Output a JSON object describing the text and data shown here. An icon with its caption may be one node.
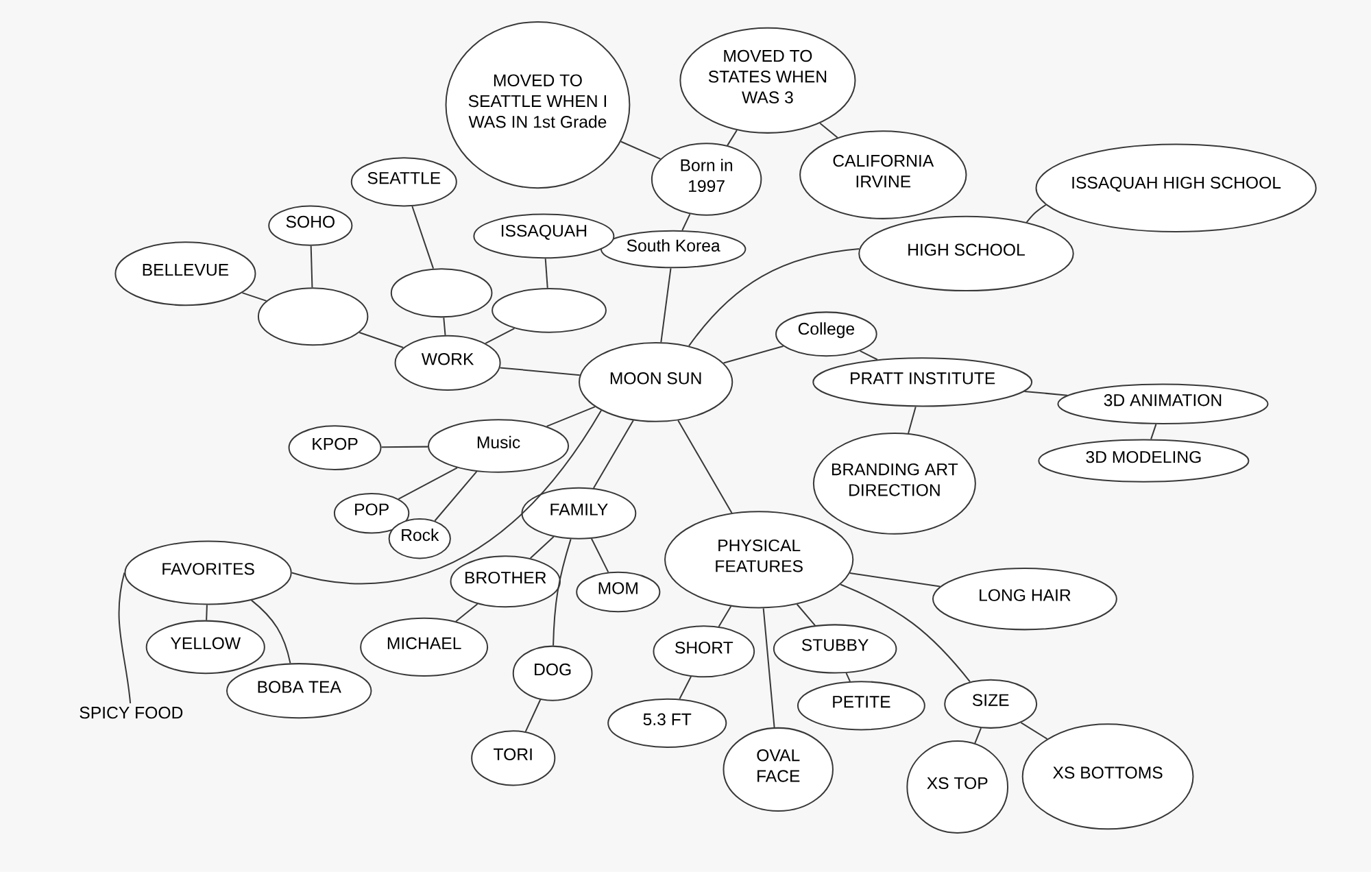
{
  "diagram": {
    "nodes": [
      {
        "text": [
          "MOON SUN"
        ]
      },
      {
        "text": [
          "MOVED TO SEATTLE WHEN I WAS IN 1st Grade"
        ]
      },
      {
        "text": [
          "MOVED TO STATES WHEN WAS 3"
        ]
      },
      {
        "text": [
          "Born in 1997"
        ]
      },
      {
        "text": [
          "CALIFORNIA IRVINE"
        ]
      },
      {
        "text": [
          "South Korea"
        ]
      },
      {
        "text": [
          "HIGH SCHOOL"
        ]
      },
      {
        "text": [
          "ISSAQUAH HIGH SCHOOL"
        ]
      },
      {
        "text": [
          "College"
        ]
      },
      {
        "text": [
          "PRATT INSTITUTE"
        ]
      },
      {
        "text": [
          "3D ANIMATION"
        ]
      },
      {
        "text": [
          "3D MODELING"
        ]
      },
      {
        "text": [
          "BRANDING ART DIRECTION"
        ]
      },
      {
        "text": [
          "WORK"
        ]
      },
      {
        "text": [],
        "shape": "ellipse"
      },
      {
        "text": [
          "BELLEVUE"
        ]
      },
      {
        "text": [
          "SOHO"
        ]
      },
      {
        "text": [
          "SEATTLE"
        ]
      },
      {
        "text": [],
        "shape": "ellipse"
      },
      {
        "text": [
          "ISSAQUAH"
        ]
      },
      {
        "text": [],
        "shape": "ellipse"
      },
      {
        "text": [
          "Music"
        ]
      },
      {
        "text": [
          "KPOP"
        ]
      },
      {
        "text": [
          "POP"
        ]
      },
      {
        "text": [
          "Rock"
        ]
      },
      {
        "text": [
          "FAVORITES"
        ]
      },
      {
        "text": [
          "YELLOW"
        ]
      },
      {
        "text": [
          "SPICY FOOD"
        ]
      },
      {
        "text": [
          "BOBA TEA"
        ]
      },
      {
        "text": [
          "FAMILY"
        ]
      },
      {
        "text": [
          "BROTHER"
        ]
      },
      {
        "text": [
          "MOM"
        ]
      },
      {
        "text": [
          "MICHAEL"
        ]
      },
      {
        "text": [
          "DOG"
        ]
      },
      {
        "text": [
          "TORI"
        ]
      },
      {
        "text": [
          "PHYSICAL FEATURES"
        ]
      },
      {
        "text": [
          "LONG HAIR"
        ]
      },
      {
        "text": [
          "SHORT"
        ]
      },
      {
        "text": [
          "5.3 FT"
        ]
      },
      {
        "text": [
          "OVAL FACE"
        ]
      },
      {
        "text": [
          "STUBBY"
        ]
      },
      {
        "text": [
          "PETITE"
        ]
      },
      {
        "text": [
          "SIZE"
        ]
      },
      {
        "text": [
          "XS TOP"
        ]
      },
      {
        "text": [
          "XS BOTTOMS"
        ]
      }
    ],
    "edges": [
      {
        "from": 0,
        "to": 5,
        "arrow": "none"
      },
      {
        "from": 5,
        "to": 3,
        "arrow": "none"
      },
      {
        "from": 3,
        "to": 1,
        "arrow": "none"
      },
      {
        "from": 3,
        "to": 2,
        "arrow": "none"
      },
      {
        "from": 2,
        "to": 4,
        "arrow": "none"
      },
      {
        "from": 0,
        "to": 6,
        "arrow": "none"
      },
      {
        "from": 6,
        "to": 7,
        "arrow": "none"
      },
      {
        "from": 0,
        "to": 8,
        "arrow": "none"
      },
      {
        "from": 8,
        "to": 9,
        "arrow": "none"
      },
      {
        "from": 9,
        "to": 10,
        "arrow": "none"
      },
      {
        "from": 10,
        "to": 11,
        "arrow": "none"
      },
      {
        "from": 9,
        "to": 12,
        "arrow": "none"
      },
      {
        "from": 0,
        "to": 13,
        "arrow": "none"
      },
      {
        "from": 13,
        "to": 14,
        "arrow": "none"
      },
      {
        "from": 14,
        "to": 15,
        "arrow": "none"
      },
      {
        "from": 14,
        "to": 16,
        "arrow": "none"
      },
      {
        "from": 17,
        "to": 18,
        "arrow": "none"
      },
      {
        "from": 13,
        "to": 18,
        "arrow": "none"
      },
      {
        "from": 13,
        "to": 20,
        "arrow": "none"
      },
      {
        "from": 20,
        "to": 19,
        "arrow": "none"
      },
      {
        "from": 0,
        "to": 21,
        "arrow": "none"
      },
      {
        "from": 21,
        "to": 22,
        "arrow": "none"
      },
      {
        "from": 21,
        "to": 23,
        "arrow": "none"
      },
      {
        "from": 21,
        "to": 24,
        "arrow": "none"
      },
      {
        "from": 0,
        "to": 25,
        "arrow": "none"
      },
      {
        "from": 25,
        "to": 26,
        "arrow": "none"
      },
      {
        "from": 25,
        "to": 27,
        "arrow": "none"
      },
      {
        "from": 25,
        "to": 28,
        "arrow": "none"
      },
      {
        "from": 0,
        "to": 29,
        "arrow": "none"
      },
      {
        "from": 29,
        "to": 30,
        "arrow": "none"
      },
      {
        "from": 29,
        "to": 31,
        "arrow": "none"
      },
      {
        "from": 29,
        "to": 33,
        "arrow": "none"
      },
      {
        "from": 30,
        "to": 32,
        "arrow": "none"
      },
      {
        "from": 33,
        "to": 34,
        "arrow": "none"
      },
      {
        "from": 0,
        "to": 35,
        "arrow": "none"
      },
      {
        "from": 35,
        "to": 36,
        "arrow": "none"
      },
      {
        "from": 35,
        "to": 37,
        "arrow": "none"
      },
      {
        "from": 37,
        "to": 38,
        "arrow": "none"
      },
      {
        "from": 35,
        "to": 39,
        "arrow": "none"
      },
      {
        "from": 35,
        "to": 40,
        "arrow": "none"
      },
      {
        "from": 40,
        "to": 41,
        "arrow": "none"
      },
      {
        "from": 35,
        "to": 42,
        "arrow": "none"
      },
      {
        "from": 42,
        "to": 43,
        "arrow": "none"
      },
      {
        "from": 42,
        "to": 44,
        "arrow": "none"
      }
    ]
  }
}
